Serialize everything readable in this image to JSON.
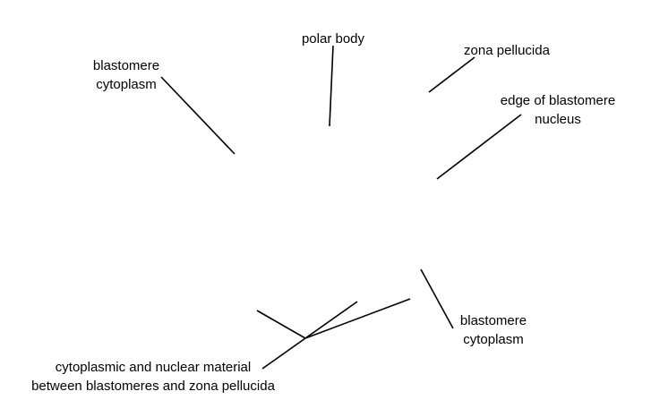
{
  "labels": {
    "blastomere_cytoplasm_upper": {
      "line1": "blastomere",
      "line2": "cytoplasm"
    },
    "polar_body": "polar body",
    "zona_pellucida": "zona pellucida",
    "edge_of_blastomere_nucleus": {
      "line1": "edge of blastomere",
      "line2": "nucleus"
    },
    "blastomere_cytoplasm_lower": {
      "line1": "blastomere",
      "line2": "cytoplasm"
    },
    "cytoplasmic_nuclear_material": {
      "line1": "cytoplasmic and nuclear material",
      "line2": "between blastomeres and zona pellucida"
    }
  },
  "colors": {
    "background": "#ffffff",
    "text": "#000000",
    "leader_lines": "#000000"
  }
}
